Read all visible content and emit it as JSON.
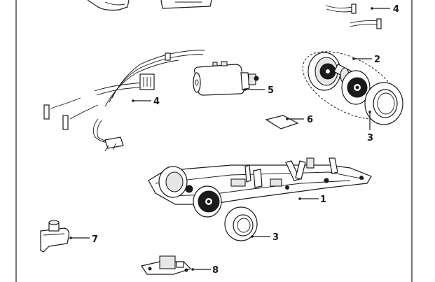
{
  "diagram": {
    "frame_color": "#1a1a1a",
    "callouts": [
      {
        "id": "c4a",
        "label": "4"
      },
      {
        "id": "c2",
        "label": "2"
      },
      {
        "id": "c4b",
        "label": "4"
      },
      {
        "id": "c5",
        "label": "5"
      },
      {
        "id": "c6",
        "label": "6"
      },
      {
        "id": "c3a",
        "label": "3"
      },
      {
        "id": "c1",
        "label": "1"
      },
      {
        "id": "c3b",
        "label": "3"
      },
      {
        "id": "c7",
        "label": "7"
      },
      {
        "id": "c8",
        "label": "8"
      }
    ]
  }
}
